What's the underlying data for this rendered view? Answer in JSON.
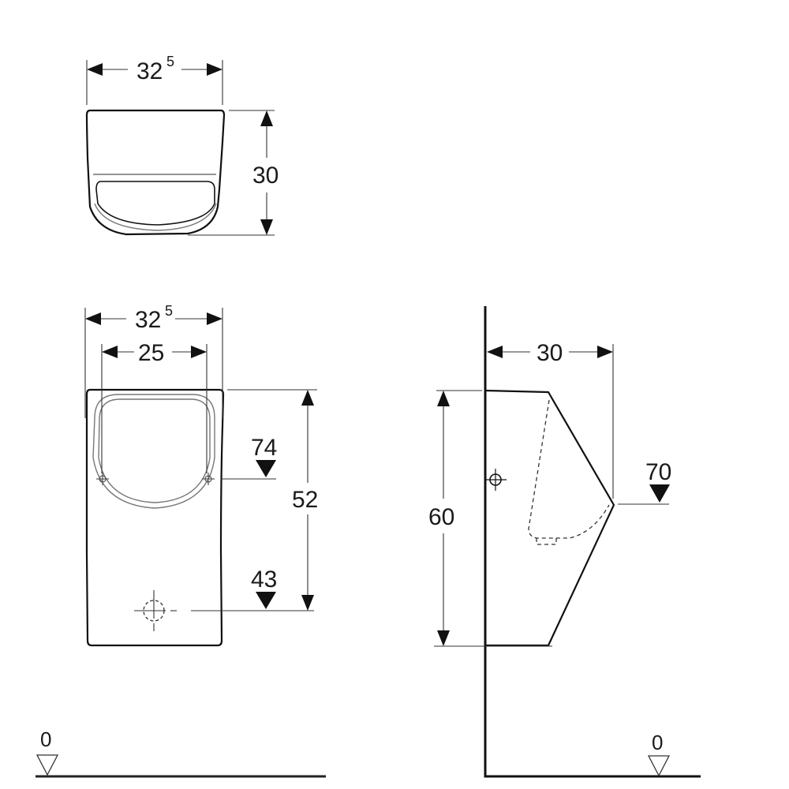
{
  "drawing": {
    "subject": "Wall-hung urinal dimension drawing",
    "units_hint": "cm",
    "views": {
      "top_view": {
        "width_label": "32",
        "width_sup": "5",
        "depth_label": "30"
      },
      "front_view": {
        "overall_width_label": "32",
        "overall_width_sup": "5",
        "fixing_spacing_label": "25",
        "height_label": "52",
        "fixing_level_label": "74",
        "outlet_level_label": "43",
        "floor_level_label": "0"
      },
      "side_view": {
        "projection_label": "30",
        "height_label": "60",
        "rim_level_label": "70",
        "floor_level_label": "0"
      }
    },
    "colors": {
      "line": "#111111",
      "background": "#ffffff"
    }
  }
}
